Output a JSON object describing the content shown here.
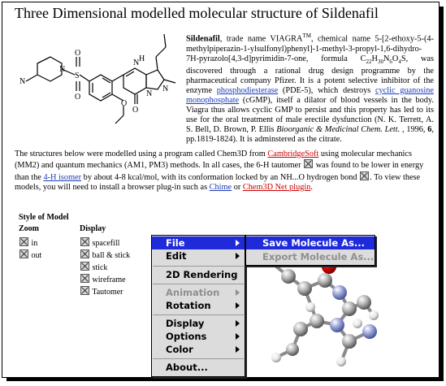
{
  "title": "Three Dimensional modelled molecular structure of Sildenafil",
  "intro": {
    "name": "Sildenafil",
    "p1": ", trade name VIAGRA",
    "tm": "TM",
    "p2": ", chemical name 5-[2-ethoxy-5-(4-methylpiperazin-1-ylsulfonyl)phenyl]-1-methyl-3-propyl-1,6-dihydro-7H-pyrazolo[4,3-d]pyrimidin-7-one, formula C",
    "f1": "22",
    "f2": "H",
    "f3": "30",
    "f4": "N",
    "f5": "6",
    "f6": "O",
    "f7": "4",
    "f8": "S",
    "p3": ", was discovered through a rational drug design programme by the pharmaceutical company Pfizer. It is a potent selective inhibitor of the enzyme ",
    "link1": "phosphodiesterase",
    "p4": " (PDE-5), which destroys ",
    "link2": "cyclic guanosine monophosphate",
    "p5": " (cGMP), itself a dilator of blood vessels in the body. Viagra thus allows cyclic GMP to persist and this property has led to its use for the oral treatment of male erectile dysfunction (N. K. Terrett, A. S. Bell, D. Brown, P. Ellis ",
    "journal": "Bioorganic & Medicinal Chem. Lett.",
    "p6": " , 1996, ",
    "vol": "6",
    "p7": ", pp.1819-1824). It is adminstered as the citrate."
  },
  "para2": {
    "t1": "The structures below were modelled using a program called Chem3D from ",
    "link_cs": "CambridgeSoft",
    "t2": " using molecular mechanics (MM2) and quantum mechanics (AM1, PM3) methods. In all cases, the 6-H tautomer ",
    "t3": " was found to be lower in energy than the ",
    "link_4h": "4-H isomer",
    "t4": " by about 4-8 kcal/mol, with its conformation locked by an NH...O hydrogen bond ",
    "t5": ". To view these models, you will need to install a browser plug-in such as ",
    "link_chime": "Chime",
    "t6": " or ",
    "link_plugin": "Chem3D Net plugin",
    "t7": "."
  },
  "style": {
    "heading": "Style of Model",
    "zoom_label": "Zoom",
    "display_label": "Display",
    "zoom": [
      "in",
      "out"
    ],
    "display": [
      "spacefill",
      "ball & stick",
      "stick",
      "wireframe",
      "Tautomer"
    ]
  },
  "menu": {
    "items": [
      {
        "label": "File",
        "state": "selected",
        "submenu": true
      },
      {
        "label": "Edit",
        "state": "normal",
        "submenu": true
      },
      {
        "label": "2D Rendering",
        "state": "normal",
        "submenu": false
      },
      {
        "label": "Animation",
        "state": "disabled",
        "submenu": true
      },
      {
        "label": "Rotation",
        "state": "normal",
        "submenu": true
      },
      {
        "label": "Display",
        "state": "normal",
        "submenu": true
      },
      {
        "label": "Options",
        "state": "normal",
        "submenu": true
      },
      {
        "label": "Color",
        "state": "normal",
        "submenu": true
      },
      {
        "label": "About...",
        "state": "normal",
        "submenu": false
      }
    ],
    "submenu": [
      {
        "label": "Save Molecule As...",
        "state": "selected"
      },
      {
        "label": "Export Molecule As...",
        "state": "disabled"
      }
    ]
  },
  "structure_labels": {
    "n": "N",
    "s": "S",
    "o": "O",
    "h": "H"
  },
  "colors": {
    "link": "#1b3db5",
    "external_link": "#cc0000",
    "menu_highlight": "#1f2bd8",
    "menu_bg": "#dcdcdc"
  }
}
